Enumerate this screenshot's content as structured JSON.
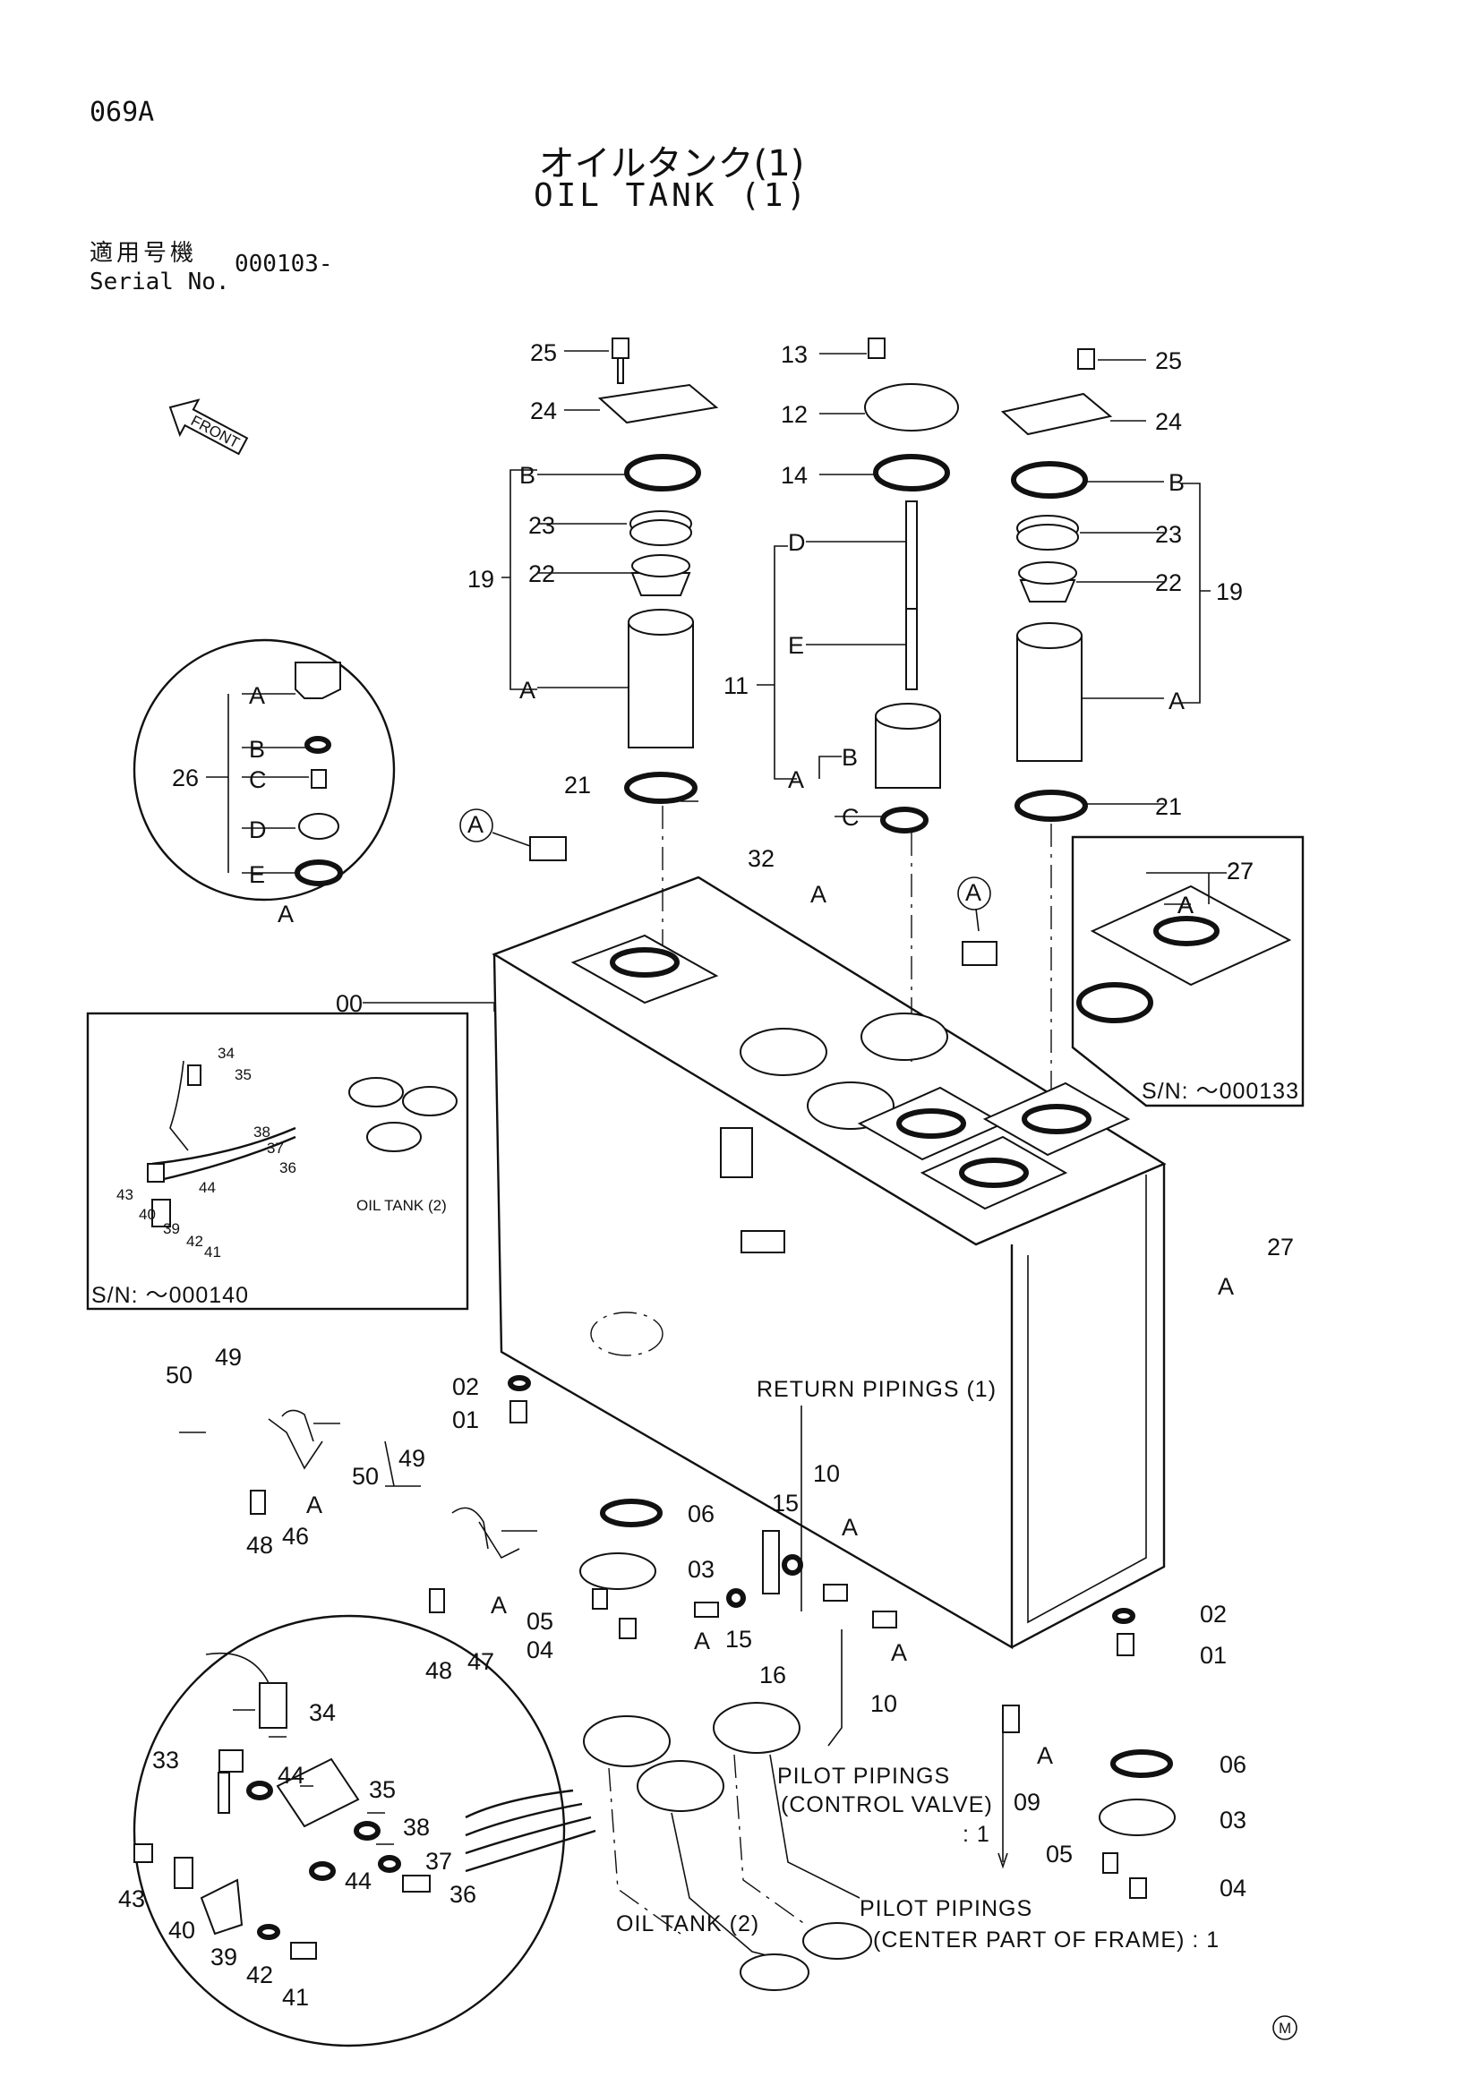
{
  "header": {
    "code": "069A",
    "title_jp": "オイルタンク(1)",
    "title_en": "OIL TANK (1)",
    "serial_label_jp": "適用号機",
    "serial_label_en": "Serial No.",
    "serial_value": "000103-"
  },
  "front_label": "FRONT",
  "callouts": {
    "p25_left": "25",
    "p24_left": "24",
    "B_left": "B",
    "p23_left": "23",
    "p19_left": "19",
    "p22_left": "22",
    "A_left": "A",
    "p21_left": "21",
    "p13": "13",
    "p12": "12",
    "p14": "14",
    "D_mid": "D",
    "E_mid": "E",
    "p11": "11",
    "B_mid": "B",
    "A_mid": "A",
    "C_mid": "C",
    "p25_right": "25",
    "p24_right": "24",
    "B_right": "B",
    "p23_right": "23",
    "p22_right": "22",
    "p19_right": "19",
    "A_right": "A",
    "p21_right": "21",
    "p32": "32",
    "A_32": "A",
    "p27_top": "27",
    "A_27_top": "A",
    "p27_side": "27",
    "A_27_side": "A",
    "p00": "00",
    "p02_a": "02",
    "p01_a": "01",
    "p50_a": "50",
    "p49_a": "49",
    "p48_a": "48",
    "p46": "46",
    "A_46": "A",
    "p50_b": "50",
    "p49_b": "49",
    "p48_b": "48",
    "p47": "47",
    "A_47": "A",
    "p06_a": "06",
    "p03_a": "03",
    "p05_a": "05",
    "p04_a": "04",
    "p15_a": "15",
    "p15_b": "15",
    "p16": "16",
    "A_16": "A",
    "p10_a": "10",
    "A_10a": "A",
    "p10_b": "10",
    "A_10b": "A",
    "p09": "09",
    "A_09": "A",
    "p02_b": "02",
    "p01_b": "01",
    "p06_b": "06",
    "p03_b": "03",
    "p05_b": "05",
    "p04_b": "04",
    "circleA_1": "A",
    "circleA_2": "A"
  },
  "annotations": {
    "return_pipings": "RETURN PIPINGS (1)",
    "pilot_cv_1": "PILOT PIPINGS",
    "pilot_cv_2": "(CONTROL VALVE)",
    "pilot_cv_3": ": 1",
    "pilot_cf_1": "PILOT PIPINGS",
    "pilot_cf_2": "(CENTER PART OF FRAME) : 1",
    "oil_tank_2": "OIL TANK (2)",
    "mark_m": "M"
  },
  "detail_filter": {
    "p26": "26",
    "A": "A",
    "B": "B",
    "C": "C",
    "D": "D",
    "E": "E",
    "A_bottom": "A"
  },
  "detail_sn133": {
    "sn": "S/N: ～000133",
    "p27": "27",
    "A": "A"
  },
  "detail_sn140": {
    "sn": "S/N: ～000140",
    "oil_tank": "OIL TANK (2)",
    "p34": "34",
    "p35": "35",
    "p38": "38",
    "p37": "37",
    "p36": "36",
    "p43": "43",
    "p40": "40",
    "p39": "39",
    "p44": "44",
    "p42": "42",
    "p41": "41"
  },
  "detail_bottom": {
    "p34": "34",
    "p33": "33",
    "p44_a": "44",
    "p35": "35",
    "p38": "38",
    "p37": "37",
    "p44_b": "44",
    "p36": "36",
    "p43": "43",
    "p40": "40",
    "p39": "39",
    "p42": "42",
    "p41": "41"
  }
}
